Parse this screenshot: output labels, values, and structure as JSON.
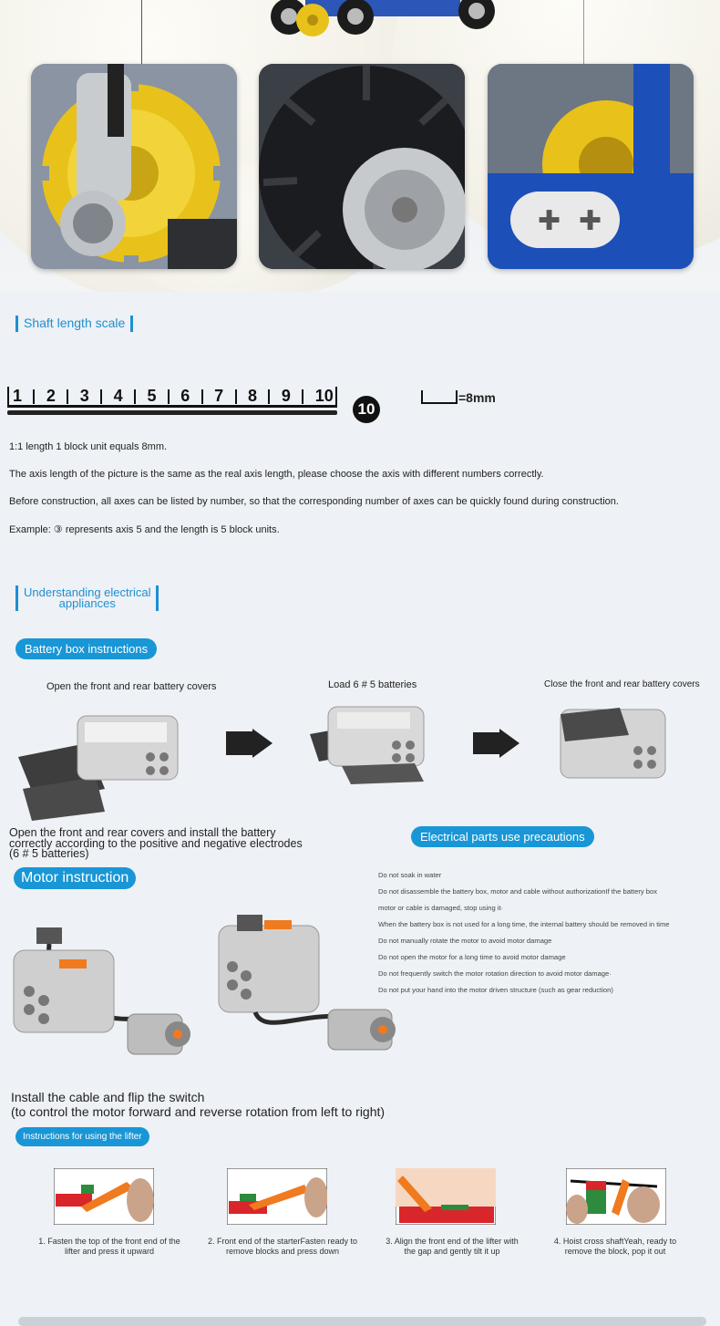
{
  "shaft_scale": {
    "heading": "Shaft length scale",
    "ruler_numbers": [
      "1",
      "2",
      "3",
      "4",
      "5",
      "6",
      "7",
      "8",
      "9",
      "10"
    ],
    "badge": "10",
    "unit_label": "=8mm"
  },
  "notes": [
    "1:1 length 1 block unit equals 8mm.",
    "The axis length of the picture is the same as the real axis length, please choose the axis with different numbers correctly.",
    "Before construction, all axes can be listed by number, so that the corresponding number of axes can be quickly found during construction.",
    "Example: ③ represents axis 5 and the length is 5 block units."
  ],
  "electrical": {
    "heading_line1": "Understanding electrical",
    "heading_line2": "appliances"
  },
  "battery": {
    "pill": "Battery box instructions",
    "step1": "Open the front and rear battery covers",
    "step2": "Load 6 # 5 batteries",
    "step3": "Close the front and rear battery covers",
    "summary_line1": "Open the front and rear covers and install the battery",
    "summary_line2": "correctly according to the positive and negative electrodes",
    "summary_line3": "(6 # 5 batteries)"
  },
  "precautions": {
    "pill": "Electrical parts use precautions",
    "items": [
      "Do not soak in water",
      "Do not disassemble the battery box, motor and cable without authorizationIf the battery box",
      "motor or cable is damaged, stop using it·",
      "When the battery box is not used for a long time, the internal battery should be removed in time",
      "Do not manually rotate the motor to avoid motor damage",
      "Do not open the motor for a long time to avoid motor damage",
      "Do not frequently switch the motor rotation direction to avoid motor damage·",
      "Do not put your hand into the motor driven structure (such as gear reduction)"
    ]
  },
  "motor": {
    "pill": "Motor instruction",
    "caption_line1": "Install the cable and flip the switch",
    "caption_line2": "(to control the motor forward and reverse rotation from left to right)"
  },
  "lifter": {
    "pill": "Instructions for using the lifter",
    "steps": [
      {
        "line1": "1. Fasten the top of the front end of the",
        "line2": "lifter and press it upward"
      },
      {
        "line1": "2. Front end of the starterFasten ready to",
        "line2": "remove blocks and press down"
      },
      {
        "line1": "3. Align the front end of the lifter with",
        "line2": "the gap and gently tilt it up"
      },
      {
        "line1": "4. Hoist cross shaftYeah, ready to",
        "line2": "remove the block, pop it out"
      }
    ]
  },
  "colors": {
    "accent": "#1996d6",
    "gear_yellow": "#e8c21a",
    "tech_blue": "#1d4fb8",
    "motor_orange": "#f07a1f"
  }
}
